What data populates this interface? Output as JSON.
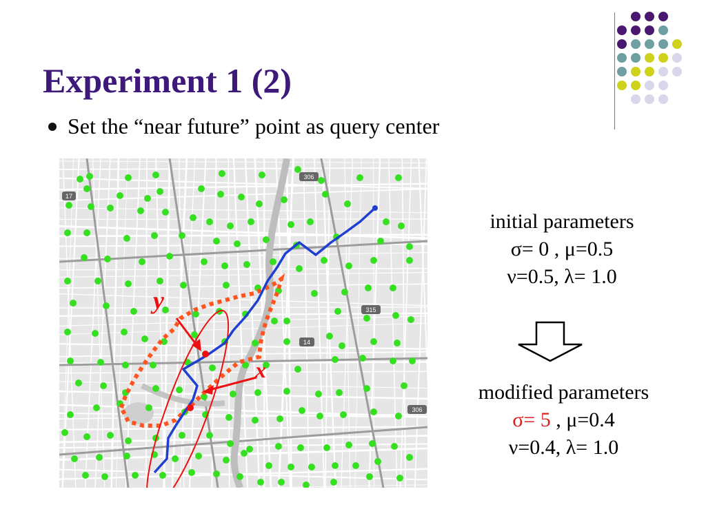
{
  "slide": {
    "title": "Experiment 1 (2)",
    "bullet": "Set the “near future” point as query center"
  },
  "map_labels": {
    "x": "x",
    "y": "y",
    "road_315": "315",
    "road_14": "14",
    "road_306": "306",
    "road_17": "17"
  },
  "initial_parameters": {
    "heading": "initial parameters",
    "line1": "σ= 0 , μ=0.5",
    "line2": "ν=0.5, λ= 1.0"
  },
  "modified_parameters": {
    "heading": "modified parameters",
    "sigma": "σ= 5",
    "mu": " , μ=0.4",
    "line2": "ν=0.4, λ= 1.0"
  },
  "colors": {
    "title": "#3d1a7a",
    "highlight": "#e02020",
    "route": "#1f3fd0",
    "query_point": "#35e020",
    "deco_purple": "#4a1870",
    "deco_teal": "#6f9ea0",
    "deco_yellow": "#cfd21a",
    "deco_lavender": "#d8d8ea"
  }
}
